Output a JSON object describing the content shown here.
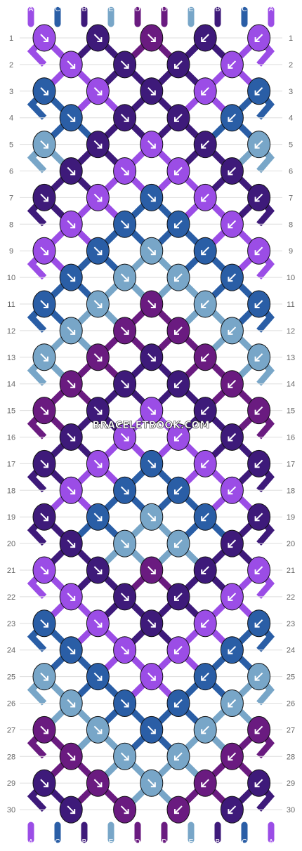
{
  "colors": {
    "A": "#9b4de6",
    "B": "#3e1a7a",
    "C": "#2a5ea6",
    "D": "#6a1b80",
    "E": "#78a6c8"
  },
  "string_labels": [
    "A",
    "C",
    "B",
    "E",
    "D",
    "D",
    "E",
    "B",
    "C",
    "A"
  ],
  "row_labels": [
    "1",
    "2",
    "3",
    "4",
    "5",
    "6",
    "7",
    "8",
    "9",
    "10",
    "11",
    "12",
    "13",
    "14",
    "15",
    "16",
    "17",
    "18",
    "19",
    "20",
    "21",
    "22",
    "23",
    "24",
    "25",
    "26",
    "27",
    "28",
    "29",
    "30"
  ],
  "watermark": "BRACELETBOOK.COM",
  "knots": [
    [
      "A",
      "B",
      "D",
      "B",
      "A"
    ],
    [
      "A",
      "B",
      "B",
      "A"
    ],
    [
      "C",
      "A",
      "B",
      "A",
      "C"
    ],
    [
      "C",
      "B",
      "B",
      "C"
    ],
    [
      "E",
      "B",
      "A",
      "B",
      "E"
    ],
    [
      "B",
      "A",
      "A",
      "B"
    ],
    [
      "B",
      "A",
      "C",
      "A",
      "B"
    ],
    [
      "A",
      "C",
      "C",
      "A"
    ],
    [
      "A",
      "C",
      "E",
      "C",
      "A"
    ],
    [
      "C",
      "E",
      "E",
      "C"
    ],
    [
      "C",
      "E",
      "D",
      "E",
      "C"
    ],
    [
      "E",
      "D",
      "D",
      "E"
    ],
    [
      "E",
      "D",
      "B",
      "D",
      "E"
    ],
    [
      "D",
      "B",
      "B",
      "D"
    ],
    [
      "D",
      "B",
      "A",
      "B",
      "D"
    ],
    [
      "B",
      "A",
      "A",
      "B"
    ],
    [
      "B",
      "A",
      "C",
      "A",
      "B"
    ],
    [
      "A",
      "C",
      "C",
      "A"
    ],
    [
      "B",
      "C",
      "E",
      "C",
      "B"
    ],
    [
      "B",
      "E",
      "E",
      "B"
    ],
    [
      "A",
      "B",
      "D",
      "B",
      "A"
    ],
    [
      "A",
      "B",
      "B",
      "A"
    ],
    [
      "C",
      "A",
      "B",
      "A",
      "C"
    ],
    [
      "C",
      "A",
      "A",
      "C"
    ],
    [
      "E",
      "C",
      "A",
      "C",
      "E"
    ],
    [
      "E",
      "C",
      "C",
      "E"
    ],
    [
      "D",
      "E",
      "C",
      "E",
      "D"
    ],
    [
      "D",
      "E",
      "E",
      "D"
    ],
    [
      "B",
      "D",
      "E",
      "D",
      "B"
    ],
    [
      "B",
      "D",
      "D",
      "B"
    ]
  ]
}
